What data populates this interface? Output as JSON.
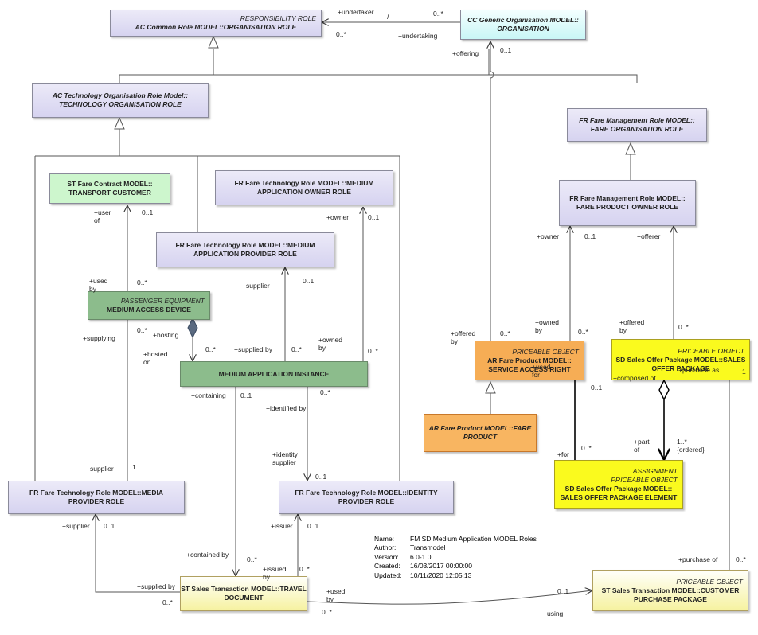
{
  "classes": {
    "responsibility_role": {
      "stereotype": "RESPONSIBILITY ROLE",
      "name": "AC Common Role MODEL::ORGANISATION ROLE"
    },
    "organisation": {
      "name": "CC Generic Organisation MODEL::\nORGANISATION"
    },
    "technology_org_role": {
      "name": "AC Technology Organisation Role Model::\nTECHNOLOGY ORGANISATION ROLE"
    },
    "fare_org_role": {
      "name": "FR Fare Management Role MODEL::\nFARE ORGANISATION ROLE"
    },
    "transport_customer": {
      "name": "ST Fare Contract MODEL::\nTRANSPORT CUSTOMER"
    },
    "app_owner_role": {
      "name": "FR Fare Technology Role MODEL::MEDIUM\nAPPLICATION OWNER ROLE"
    },
    "app_provider_role": {
      "name": "FR Fare Technology Role MODEL::MEDIUM\nAPPLICATION PROVIDER ROLE"
    },
    "fare_product_owner_role": {
      "name": "FR Fare Management Role MODEL::\nFARE PRODUCT OWNER ROLE"
    },
    "medium_access_device": {
      "stereotype": "PASSENGER EQUIPMENT",
      "name": "MEDIUM ACCESS DEVICE"
    },
    "medium_application_instance": {
      "name": "MEDIUM APPLICATION INSTANCE"
    },
    "service_access_right": {
      "stereotype": "PRICEABLE OBJECT",
      "name": "AR Fare Product MODEL::\nSERVICE ACCESS RIGHT"
    },
    "fare_product": {
      "name": "AR Fare Product MODEL::FARE\nPRODUCT"
    },
    "sales_offer_package": {
      "stereotype": "PRICEABLE OBJECT",
      "name": "SD Sales Offer Package MODEL::SALES\nOFFER PACKAGE"
    },
    "sales_offer_package_element": {
      "stereotype": "ASSIGNMENT\nPRICEABLE OBJECT",
      "name": "SD Sales Offer Package MODEL::\nSALES OFFER PACKAGE ELEMENT"
    },
    "media_provider_role": {
      "name": "FR Fare Technology Role MODEL::MEDIA\nPROVIDER ROLE"
    },
    "identity_provider_role": {
      "name": "FR Fare Technology Role MODEL::IDENTITY\nPROVIDER ROLE"
    },
    "travel_document": {
      "name": "ST Sales Transaction MODEL::TRAVEL\nDOCUMENT"
    },
    "customer_purchase_package": {
      "stereotype": "PRICEABLE OBJECT",
      "name": "ST Sales Transaction MODEL::CUSTOMER\nPURCHASE PACKAGE"
    }
  },
  "labels": [
    "+undertaker",
    "/",
    "0..*",
    "0..*",
    "+undertaking",
    "+offering",
    "0..1",
    "+user\nof",
    "0..1",
    "+owner",
    "0..1",
    "+used\nby",
    "0..*",
    "+supplier",
    "0..1",
    "+owner",
    "0..1",
    "+offerer",
    "+supplying",
    "0..*",
    "+hosting",
    "+hosted\non",
    "0..*",
    "+supplied by",
    "0..*",
    "+owned\nby",
    "0..*",
    "+offered\nby",
    "0..*",
    "+owned\nby",
    "0..*",
    "+offered\nby",
    "0..*",
    "+containing",
    "0..1",
    "0..*",
    "+identified by",
    "+used\nfor",
    "0..1",
    "+composed of",
    "+purchase as",
    "1",
    "+identity\nsupplier",
    "0..1",
    "+supplier",
    "1",
    "+for",
    "0..*",
    "+part\nof",
    "1..*\n{ordered}",
    "+supplier",
    "0..1",
    "+issuer",
    "0..1",
    "+contained by",
    "0..*",
    "+issued\nby",
    "0..*",
    "+purchase of",
    "0..*",
    "+supplied by",
    "0..*",
    "+used\nby",
    "0..*",
    "0..1",
    "+using"
  ],
  "meta": {
    "name_label": "Name:",
    "name": "FM SD Medium Application MODEL Roles",
    "author_label": "Author:",
    "author": "Transmodel",
    "version_label": "Version:",
    "version": "6.0-1.0",
    "created_label": "Created:",
    "created": "16/03/2017 00:00:00",
    "updated_label": "Updated:",
    "updated": "10/11/2020 12:05:13"
  }
}
